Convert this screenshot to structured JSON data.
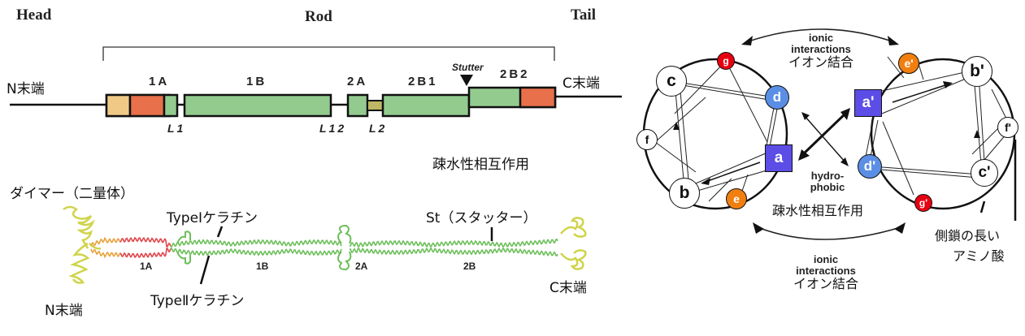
{
  "domain_labels": {
    "head": "Head",
    "rod": "Rod",
    "tail": "Tail"
  },
  "schematic": {
    "n_terminus": "N末端",
    "c_terminus": "C末端",
    "stutter": "Stutter",
    "segments": [
      {
        "id": "1A",
        "label": "1A"
      },
      {
        "id": "1B",
        "label": "1B"
      },
      {
        "id": "2A",
        "label": "2A"
      },
      {
        "id": "2B1",
        "label": "2B1"
      },
      {
        "id": "2B2",
        "label": "2B2"
      }
    ],
    "linkers": [
      {
        "id": "L1",
        "label": "L1"
      },
      {
        "id": "L12",
        "label": "L12"
      },
      {
        "id": "L2",
        "label": "L2"
      }
    ],
    "hydrophobic_caption": "疎水性相互作用",
    "colors": {
      "head_region": "#f1c987",
      "helix_initiation": "#e8704a",
      "rod_green": "#93cb8f",
      "linker_hatched": "#b9b96a",
      "outline": "#111111"
    }
  },
  "dimer": {
    "title": "ダイマー（二量体）",
    "type1": "TypeⅠケラチン",
    "type2": "TypeⅡケラチン",
    "stutter_label": "St（スタッター）",
    "n_terminus": "N末端",
    "c_terminus": "C末端",
    "segments": [
      "1A",
      "1B",
      "2A",
      "2B"
    ],
    "colors": {
      "head_tail": "#cfd44a",
      "orange": "#e8a23a",
      "red": "#e0444a",
      "green": "#6cbf5a"
    }
  },
  "helical_wheel": {
    "top_interaction": {
      "en_line1": "ionic",
      "en_line2": "interactions",
      "jp": "イオン結合"
    },
    "bottom_interaction": {
      "en_line1": "ionic",
      "en_line2": "interactions",
      "jp": "イオン結合"
    },
    "hydrophobic": {
      "en_line1": "hydro-",
      "en_line2": "phobic",
      "jp": "疎水性相互作用"
    },
    "long_side_chain_note": {
      "line1": "側鎖の長い",
      "line2": "アミノ酸"
    },
    "left_residues": [
      "a",
      "b",
      "c",
      "d",
      "e",
      "f",
      "g"
    ],
    "right_residues": [
      "a'",
      "b'",
      "c'",
      "d'",
      "e'",
      "f'",
      "g'"
    ],
    "colors": {
      "a": "#5b4de6",
      "d": "#5b8fe6",
      "e": "#f07f10",
      "g": "#e60012",
      "neutral": "#ffffff"
    }
  }
}
